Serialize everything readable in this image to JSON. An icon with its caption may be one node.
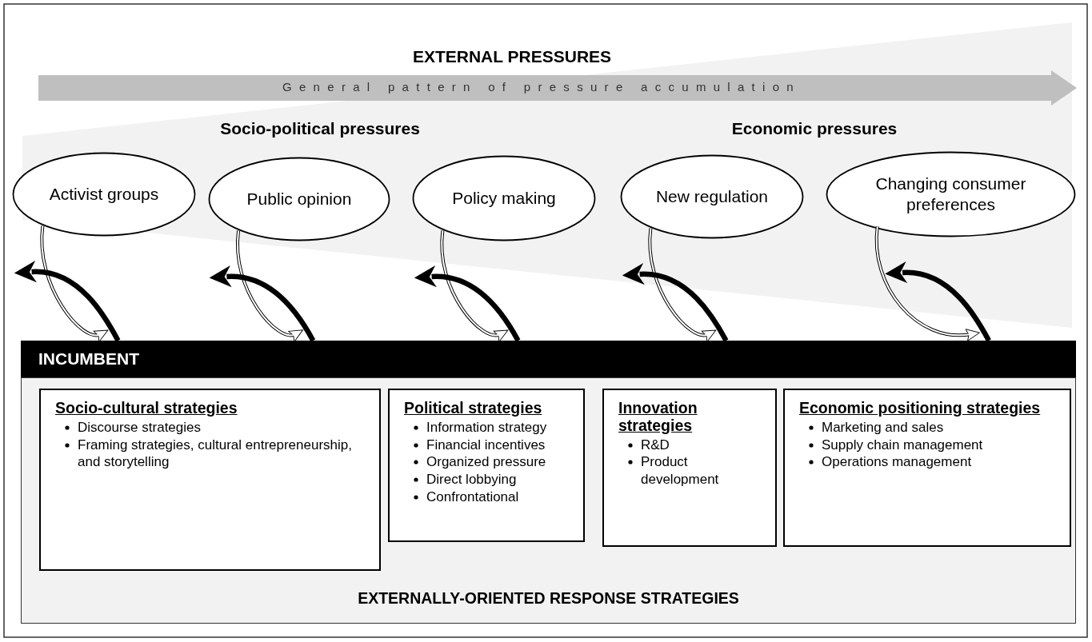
{
  "diagram": {
    "title": "EXTERNAL PRESSURES",
    "nodes": [
      {
        "text": [
          "General pattern of pressure accumulation"
        ]
      },
      {
        "text": [
          "Activist groups"
        ]
      },
      {
        "text": [
          "Public opinion"
        ]
      },
      {
        "text": [
          "Policy making"
        ]
      },
      {
        "text": [
          "New regulation"
        ]
      },
      {
        "text": [
          "Changing consumer preferences"
        ]
      },
      {
        "text": [
          "INCUMBENT"
        ]
      },
      {
        "text": [
          "EXTERNALLY-ORIENTED RESPONSE STRATEGIES"
        ]
      },
      {
        "text": [
          "Socio-cultural strategies",
          "Discourse strategies",
          "Framing strategies, cultural entrepreneurship, and storytelling"
        ],
        "in": 7
      },
      {
        "text": [
          "Political strategies",
          "Information strategy",
          "Financial incentives",
          "Organized pressure",
          "Direct lobbying",
          "Confrontational"
        ],
        "in": 7
      },
      {
        "text": [
          "Innovation strategies",
          "R&D",
          "Product development"
        ],
        "in": 7
      },
      {
        "text": [
          "Economic positioning strategies",
          "Marketing and sales",
          "Supply chain management",
          "Operations management"
        ],
        "in": 7
      }
    ],
    "edges": [
      {
        "from": 1,
        "to": 6,
        "arrow": "to"
      },
      {
        "from": 6,
        "to": 1,
        "arrow": "to"
      },
      {
        "from": 2,
        "to": 6,
        "arrow": "to"
      },
      {
        "from": 6,
        "to": 2,
        "arrow": "to"
      },
      {
        "from": 3,
        "to": 6,
        "arrow": "to"
      },
      {
        "from": 6,
        "to": 3,
        "arrow": "to"
      },
      {
        "from": 4,
        "to": 6,
        "arrow": "to"
      },
      {
        "from": 6,
        "to": 4,
        "arrow": "to"
      },
      {
        "from": 5,
        "to": 6,
        "arrow": "to"
      },
      {
        "from": 6,
        "to": 5,
        "arrow": "to"
      }
    ],
    "labels": [
      "Socio-political pressures",
      "Economic pressures"
    ]
  }
}
